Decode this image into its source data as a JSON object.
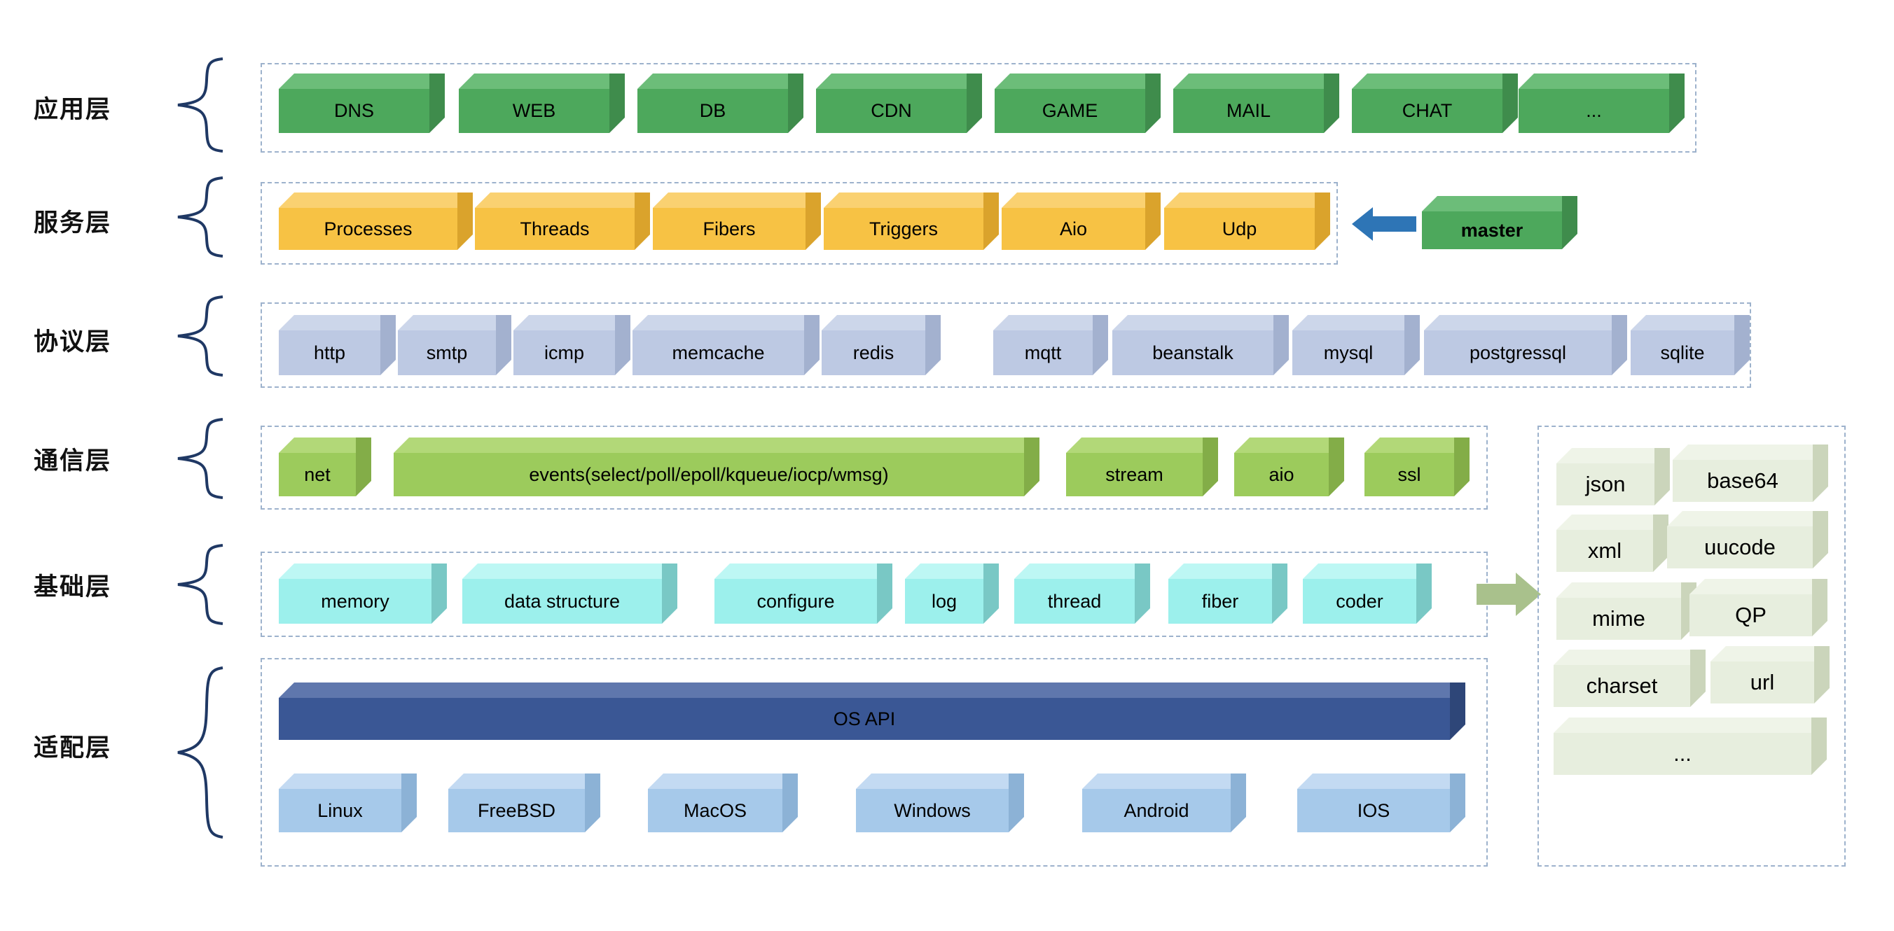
{
  "diagram": {
    "title": "network library layered architecture",
    "colors": {
      "application_green": "#4da85c",
      "service_orange": "#f7c244",
      "protocol_blue": "#bdc9e3",
      "communication_green": "#9ccb5c",
      "foundation_cyan": "#9cf0ec",
      "os_api_navy": "#3a5795",
      "os_blue": "#a6c9ea",
      "coder_pale": "#e7eede",
      "dashed_border": "#9db2cc",
      "brace_stroke": "#1f3864",
      "blue_arrow": "#2e75b6",
      "green_arrow": "#a9c18c"
    },
    "layers": [
      {
        "id": "application",
        "label": "应用层",
        "boxes": [
          {
            "label": "DNS"
          },
          {
            "label": "WEB"
          },
          {
            "label": "DB"
          },
          {
            "label": "CDN"
          },
          {
            "label": "GAME"
          },
          {
            "label": "MAIL"
          },
          {
            "label": "CHAT"
          },
          {
            "label": "..."
          }
        ]
      },
      {
        "id": "service",
        "label": "服务层",
        "boxes": [
          {
            "label": "Processes"
          },
          {
            "label": "Threads"
          },
          {
            "label": "Fibers"
          },
          {
            "label": "Triggers"
          },
          {
            "label": "Aio"
          },
          {
            "label": "Udp"
          }
        ],
        "external": {
          "label": "master",
          "arrow": "left-arrow-icon"
        }
      },
      {
        "id": "protocol",
        "label": "协议层",
        "boxes": [
          {
            "label": "http"
          },
          {
            "label": "smtp"
          },
          {
            "label": "icmp"
          },
          {
            "label": "memcache"
          },
          {
            "label": "redis"
          },
          {
            "label": "mqtt"
          },
          {
            "label": "beanstalk"
          },
          {
            "label": "mysql"
          },
          {
            "label": "postgressql"
          },
          {
            "label": "sqlite"
          }
        ]
      },
      {
        "id": "communication",
        "label": "通信层",
        "boxes": [
          {
            "label": "net"
          },
          {
            "label": "events(select/poll/epoll/kqueue/iocp/wmsg)"
          },
          {
            "label": "stream"
          },
          {
            "label": "aio"
          },
          {
            "label": "ssl"
          }
        ]
      },
      {
        "id": "foundation",
        "label": "基础层",
        "boxes": [
          {
            "label": "memory"
          },
          {
            "label": "data structure"
          },
          {
            "label": "configure"
          },
          {
            "label": "log"
          },
          {
            "label": "thread"
          },
          {
            "label": "fiber"
          },
          {
            "label": "coder"
          }
        ]
      },
      {
        "id": "adaptation",
        "label": "适配层",
        "os_api": {
          "label": "OS API"
        },
        "boxes": [
          {
            "label": "Linux"
          },
          {
            "label": "FreeBSD"
          },
          {
            "label": "MacOS"
          },
          {
            "label": "Windows"
          },
          {
            "label": "Android"
          },
          {
            "label": "IOS"
          }
        ]
      }
    ],
    "coder_panel": {
      "arrow": "right-arrow-icon",
      "boxes": [
        {
          "label": "json"
        },
        {
          "label": "base64"
        },
        {
          "label": "xml"
        },
        {
          "label": "uucode"
        },
        {
          "label": "mime"
        },
        {
          "label": "QP"
        },
        {
          "label": "charset"
        },
        {
          "label": "url"
        },
        {
          "label": "..."
        }
      ]
    }
  }
}
